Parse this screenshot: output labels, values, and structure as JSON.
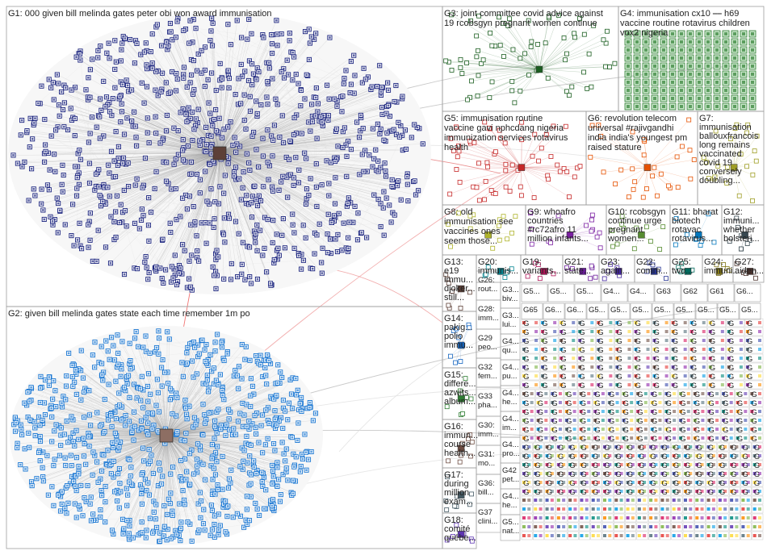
{
  "groups": [
    {
      "id": "G1",
      "lines": [
        "G1: 000 given bill melinda gates peter obi won award immunisation"
      ],
      "color": "#1a237e",
      "style": "ellipse"
    },
    {
      "id": "G2",
      "lines": [
        "G2: given bill melinda gates state each time remember 1m po"
      ],
      "color": "#1976d2",
      "style": "ellipse"
    },
    {
      "id": "G3",
      "lines": [
        "G3: joint committee covid advice against",
        "19 rcobsgyn pregnant women continue"
      ],
      "color": "#1b5e20",
      "style": "cluster"
    },
    {
      "id": "G4",
      "lines": [
        "G4: immunisation cx10 ⎯⎯ h69",
        "vaccine routine rotavirus children",
        "vox2 nigeria"
      ],
      "color": "#2e7d32",
      "style": "grid"
    },
    {
      "id": "G5",
      "lines": [
        "G5: immunisation routine",
        "vaccine gavi nphcdang nigeria",
        "immunization services rotavirus",
        "health"
      ],
      "color": "#c62828",
      "style": "cluster"
    },
    {
      "id": "G6",
      "lines": [
        "G6: revolution telecom",
        "universal #rajivgandhi",
        "india india's youngest pm",
        "raised stature"
      ],
      "color": "#e65100",
      "style": "cluster"
    },
    {
      "id": "G7",
      "lines": [
        "G7:",
        "immunisation",
        "ballouxfrancois",
        "long remains",
        "vaccinated",
        "covid 19",
        "conversely",
        "doubling..."
      ],
      "color": "#9e9d24",
      "style": "cluster"
    },
    {
      "id": "G8",
      "lines": [
        "G8: old",
        "immunisation see",
        "vaccines ones",
        "seem those..."
      ],
      "color": "#afb42b",
      "style": "cluster"
    },
    {
      "id": "G9",
      "lines": [
        "G9: whoafro",
        "countries",
        "#rc72afro 11",
        "million infants..."
      ],
      "color": "#7b1fa2",
      "style": "cluster"
    },
    {
      "id": "G10",
      "lines": [
        "G10: rcobsgyn",
        "continue urge",
        "pregnant",
        "women..."
      ],
      "color": "#558b2f",
      "style": "cluster"
    },
    {
      "id": "G11",
      "lines": [
        "G11: bharat",
        "biotech",
        "rotavac",
        "rotavirus..."
      ],
      "color": "#0277bd",
      "style": "cluster"
    },
    {
      "id": "G12",
      "lines": [
        "G12:",
        "immuni...",
        "whether",
        "bolsteri..."
      ],
      "color": "#37474f",
      "style": "cluster"
    },
    {
      "id": "G13",
      "lines": [
        "G13:",
        "e19",
        "immu...",
        "djoker...",
        "still..."
      ],
      "color": "#5d4037",
      "style": "cluster"
    },
    {
      "id": "G20",
      "lines": [
        "G20:",
        "immunis..."
      ],
      "color": "#00838f",
      "style": "cluster"
    },
    {
      "id": "G19",
      "lines": [
        "G19:",
        "variants..."
      ],
      "color": "#ad1457",
      "style": "cluster"
    },
    {
      "id": "G21",
      "lines": [
        "G21:",
        "state..."
      ],
      "color": "#6a1b9a",
      "style": "cluster"
    },
    {
      "id": "G23",
      "lines": [
        "G23:",
        "again..."
      ],
      "color": "#4527a0",
      "style": "cluster"
    },
    {
      "id": "G22",
      "lines": [
        "G22:",
        "comm..."
      ],
      "color": "#283593",
      "style": "cluster"
    },
    {
      "id": "G25",
      "lines": [
        "G25:",
        "two..."
      ],
      "color": "#00695c",
      "style": "cluster"
    },
    {
      "id": "G24",
      "lines": [
        "G24:",
        "immuni..."
      ],
      "color": "#827717",
      "style": "cluster"
    },
    {
      "id": "G27",
      "lines": [
        "G27:",
        "aiden..."
      ],
      "color": "#4e342e",
      "style": "cluster"
    },
    {
      "id": "G14",
      "lines": [
        "G14:",
        "pakig...",
        "polio",
        "immu..."
      ],
      "color": "#1565c0",
      "style": "cluster"
    },
    {
      "id": "G15",
      "lines": [
        "G15:",
        "differe...",
        "azwits...",
        "album..."
      ],
      "color": "#2e7d32",
      "style": "cluster"
    },
    {
      "id": "G16",
      "lines": [
        "G16:",
        "immun...",
        "course",
        "health..."
      ],
      "color": "#6d4c41",
      "style": "cluster"
    },
    {
      "id": "G17",
      "lines": [
        "G17:",
        "during",
        "million",
        "exam..."
      ],
      "color": "#455a64",
      "style": "cluster"
    },
    {
      "id": "G18",
      "lines": [
        "G18:",
        "comité",
        "québe..."
      ],
      "color": "#5e35b1",
      "style": "cluster"
    }
  ],
  "small_group_labels": [
    {
      "col": 0,
      "row": 0,
      "text": "G26:"
    },
    {
      "col": 0,
      "row": 1,
      "text": "G28:"
    },
    {
      "col": 0,
      "row": 2,
      "text": "G29"
    },
    {
      "col": 0,
      "row": 3,
      "text": "G32"
    },
    {
      "col": 0,
      "row": 4,
      "text": "G33"
    },
    {
      "col": 0,
      "row": 5,
      "text": "G30:"
    },
    {
      "col": 0,
      "row": 6,
      "text": "G31:"
    },
    {
      "col": 0,
      "row": 7,
      "text": "G36:"
    },
    {
      "col": 0,
      "row": 8,
      "text": "G37"
    }
  ],
  "small_group_words": [
    "rout...",
    "imm...",
    "peo...",
    "fem...",
    "pha...",
    "imm...",
    "mo...",
    "bill...",
    "clini..."
  ],
  "col2_labels": [
    "G3...",
    "G3...",
    "G4...",
    "G4...",
    "G4...",
    "G4...",
    "G4...",
    "G42",
    "G4...",
    "G5..."
  ],
  "col2_words": [
    "biv...",
    "lui...",
    "qu...",
    "pu...",
    "he...",
    "im...",
    "pro...",
    "pet...",
    "he...",
    "nat..."
  ],
  "row1_labels": [
    "G5...",
    "G5...",
    "G5...",
    "G4...",
    "G4...",
    "G63",
    "G62",
    "G61",
    "G6..."
  ],
  "row2_labels": [
    "G65",
    "G6...",
    "G6...",
    "G5...",
    "G5...",
    "G5...",
    "G5...",
    "G5...",
    "G5...",
    "G5...",
    "G5..."
  ],
  "tiny_letter": "G",
  "frame_color": "#9e9e9e"
}
